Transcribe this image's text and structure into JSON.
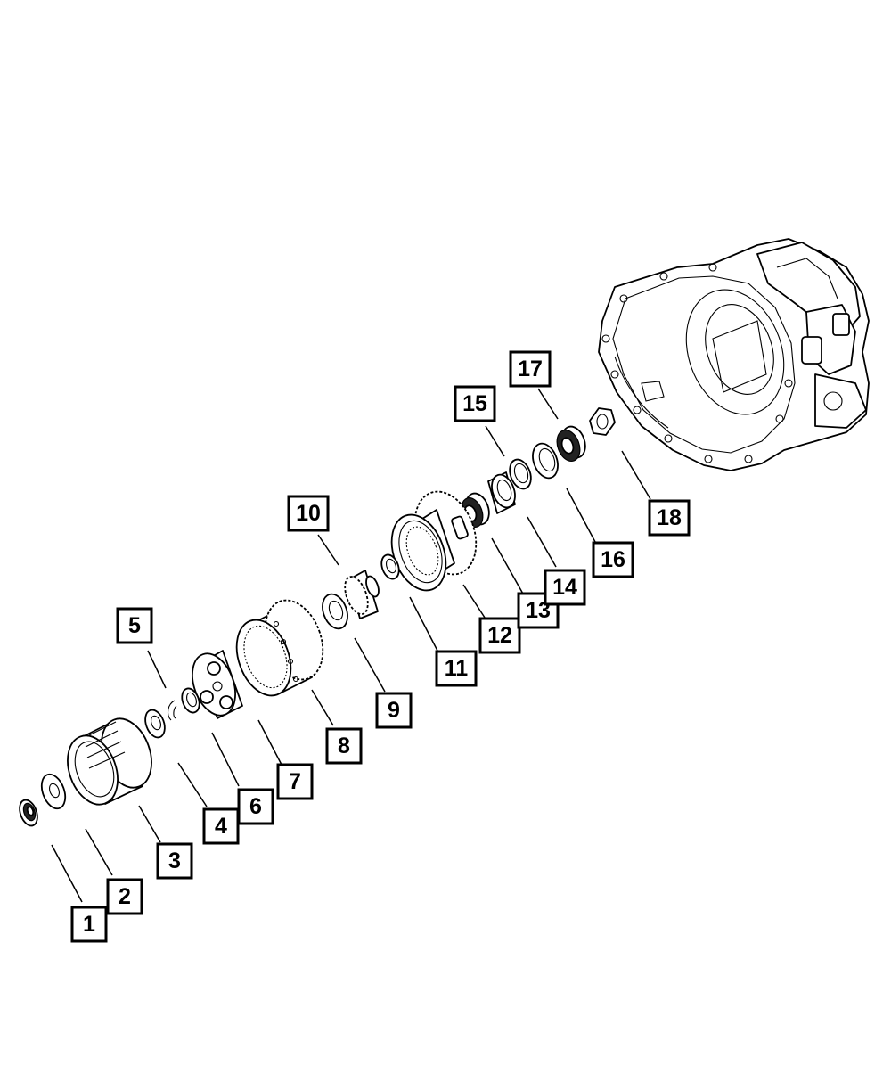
{
  "diagram": {
    "callouts": [
      {
        "id": "callout-1",
        "label": "1"
      },
      {
        "id": "callout-2",
        "label": "2"
      },
      {
        "id": "callout-3",
        "label": "3"
      },
      {
        "id": "callout-4",
        "label": "4"
      },
      {
        "id": "callout-5",
        "label": "5"
      },
      {
        "id": "callout-6",
        "label": "6"
      },
      {
        "id": "callout-7",
        "label": "7"
      },
      {
        "id": "callout-8",
        "label": "8"
      },
      {
        "id": "callout-9",
        "label": "9"
      },
      {
        "id": "callout-10",
        "label": "10"
      },
      {
        "id": "callout-11",
        "label": "11"
      },
      {
        "id": "callout-12",
        "label": "12"
      },
      {
        "id": "callout-13",
        "label": "13"
      },
      {
        "id": "callout-14",
        "label": "14"
      },
      {
        "id": "callout-15",
        "label": "15"
      },
      {
        "id": "callout-16",
        "label": "16"
      },
      {
        "id": "callout-17",
        "label": "17"
      },
      {
        "id": "callout-18",
        "label": "18"
      }
    ]
  }
}
